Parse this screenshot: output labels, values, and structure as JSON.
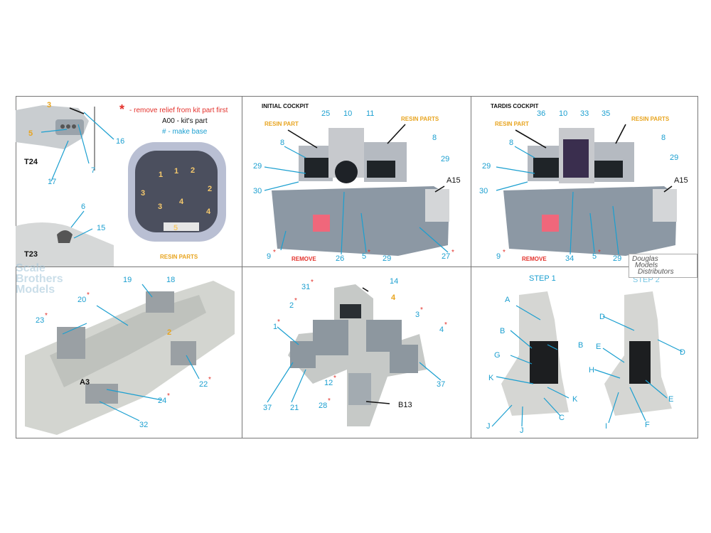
{
  "legend": {
    "remove_relief": "- remove relief from kit part first",
    "kit_part": "A00 - kit's part",
    "make_base": "# - make base"
  },
  "panels": {
    "initial_cockpit": "INITIAL COCKPIT",
    "tardis_cockpit": "TARDIS COCKPIT",
    "step1": "STEP 1",
    "step2": "STEP 2"
  },
  "resin_labels": {
    "resin_part": "RESIN PART",
    "resin_parts": "RESIN PARTS",
    "remove": "REMOVE"
  },
  "part_labels": {
    "t24": "T24",
    "t23": "T23",
    "a15": "A15",
    "a3": "A3",
    "b13": "B13"
  },
  "watermarks": {
    "scale_models": "Scale Brothers Models",
    "dmd_line1": "Douglas",
    "dmd_line2": "Models",
    "dmd_line3": "Distributors"
  },
  "numbers": {
    "n3": "3",
    "n5": "5",
    "n16": "16",
    "n7": "7",
    "n17": "17",
    "n6": "6",
    "n15": "15",
    "r1": "1",
    "r2": "2",
    "r3": "3",
    "r4": "4",
    "r5": "5",
    "n25": "25",
    "n10": "10",
    "n11": "11",
    "n8": "8",
    "n29": "29",
    "n30": "30",
    "n9": "9",
    "n26": "26",
    "n27": "27",
    "n36": "36",
    "n33": "33",
    "n35": "35",
    "n34": "34",
    "n19": "19",
    "n18": "18",
    "n20": "20",
    "n23": "23",
    "n2": "2",
    "n22": "22",
    "n24": "24",
    "n32": "32",
    "n14": "14",
    "n4": "4",
    "n31": "31",
    "n1": "1",
    "n12": "12",
    "n21": "21",
    "n37": "37",
    "n28": "28",
    "A": "A",
    "B": "B",
    "C": "C",
    "D": "D",
    "E": "E",
    "F": "F",
    "G": "G",
    "H": "H",
    "I": "I",
    "J": "J",
    "K": "K"
  },
  "colors": {
    "callout_blue": "#1b9fd0",
    "resin_orange": "#e8a41e",
    "remove_red": "#e3312b",
    "panel_grey": "#8c98a4"
  }
}
